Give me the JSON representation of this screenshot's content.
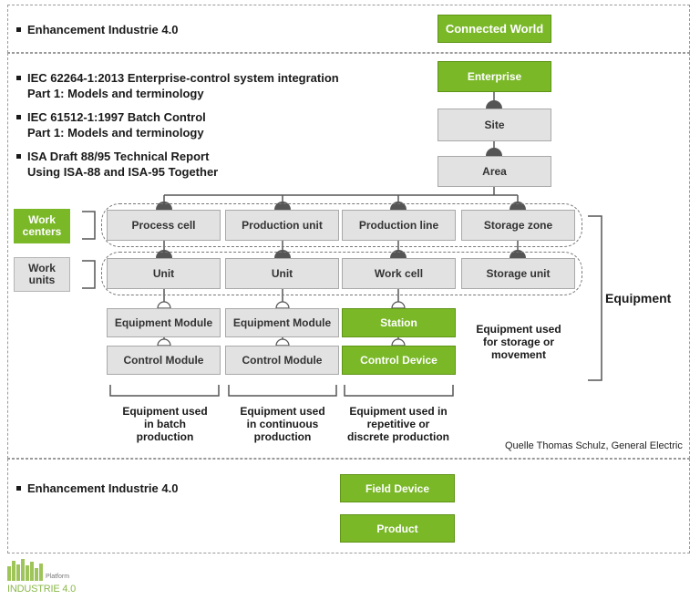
{
  "top": {
    "bullet": "Enhancement Industrie 4.0",
    "box": "Connected World"
  },
  "middle": {
    "bullets": [
      {
        "line1": "IEC 62264-1:2013 Enterprise-control system integration",
        "line2": "Part 1: Models and terminology"
      },
      {
        "line1": "IEC 61512-1:1997 Batch Control",
        "line2": "Part 1: Models and terminology"
      },
      {
        "line1": "ISA Draft 88/95 Technical Report",
        "line2": "Using ISA-88 and ISA-95 Together"
      }
    ],
    "hierarchy": {
      "enterprise": "Enterprise",
      "site": "Site",
      "area": "Area"
    },
    "work_centers_label": "Work centers",
    "work_units_label": "Work units",
    "work_centers": [
      "Process cell",
      "Production unit",
      "Production line",
      "Storage zone"
    ],
    "work_units": [
      "Unit",
      "Unit",
      "Work cell",
      "Storage unit"
    ],
    "equipment_modules": [
      "Equipment Module",
      "Equipment Module",
      "Station"
    ],
    "control_modules": [
      "Control Module",
      "Control Module",
      "Control Device"
    ],
    "storage_note": "Equipment used for storage or movement",
    "equipment_label": "Equipment",
    "captions": [
      "Equipment used in batch production",
      "Equipment used in continuous production",
      "Equipment used in repetitive or discrete production"
    ],
    "source": "Quelle  Thomas Schulz, General Electric"
  },
  "bottom": {
    "bullet": "Enhancement Industrie 4.0",
    "boxes": [
      "Field Device",
      "Product"
    ]
  },
  "logo": {
    "small": "Platform",
    "main": "INDUSTRIE 4.0"
  },
  "colors": {
    "green": "#7ab828",
    "grey_box": "#e2e2e2",
    "grey_border": "#a9a9a9"
  }
}
